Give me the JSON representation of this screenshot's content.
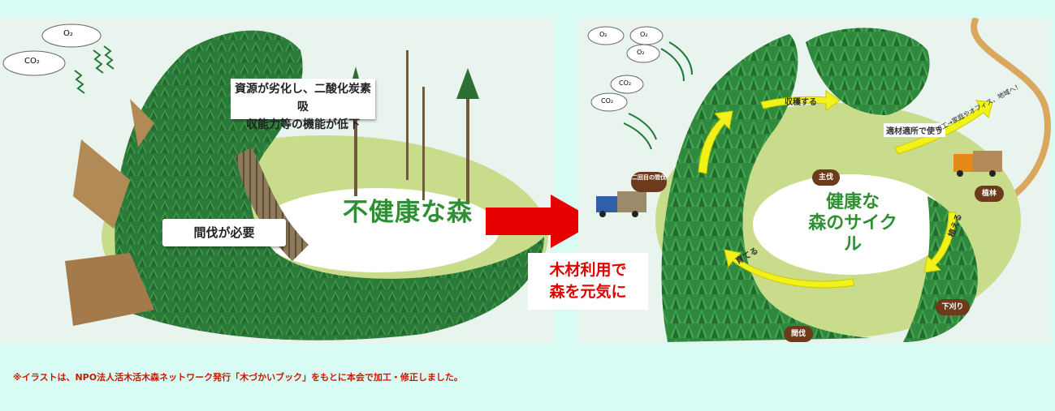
{
  "left": {
    "clouds": [
      "O₂",
      "CO₂"
    ],
    "degrade_text_line1": "資源が劣化し、二酸化炭素吸",
    "degrade_text_line2": "収能力等の機能が低下",
    "thinning_needed": "間伐が必要",
    "unhealthy_forest": "不健康な森"
  },
  "middle": {
    "wood_use_line1": "木材利用で",
    "wood_use_line2": "森を元気に"
  },
  "right": {
    "clouds": [
      "O₂",
      "O₂",
      "O₂",
      "CO₂",
      "CO₂"
    ],
    "harvest": "収穫する",
    "use_right_place": "適材適所で使う",
    "processing_note": "加工→家庭やオフィス、地域へ！",
    "second_thinning": "二回目の間伐",
    "main_cutting": "主伐",
    "planting_tag": "植林",
    "plant_arrow": "植える",
    "grow": "育てる",
    "weeding": "下刈り",
    "thinning": "間伐",
    "healthy_line1": "健康な",
    "healthy_line2": "森のサイクル"
  },
  "footnote": "※イラストは、NPO法人活木活木森ネットワーク発行「木づかいブック」をもとに本会で加工・修正しました。",
  "colors": {
    "background": "#d8fbf3",
    "forest": "#2e7d3a",
    "forest_light": "#5fae3e",
    "ground": "#c9dc8c",
    "big_arrow": "#e60000",
    "cycle_arrow": "#f2f21a",
    "tag": "#6b3b1c"
  }
}
